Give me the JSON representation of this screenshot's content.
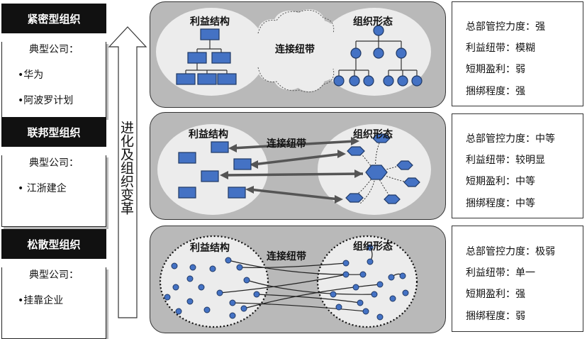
{
  "evolution_label": "进化及组织变革",
  "levels": [
    {
      "name": "紧密型组织",
      "example_label": "典型公司：",
      "examples": [
        "•华为",
        "•阿波罗计划"
      ],
      "left_label": "利益结构",
      "right_label": "组织形态",
      "link_label": "连接纽带",
      "props": [
        "总部管控力度：强",
        "利益纽带：模糊",
        "短期盈利：弱",
        "捆绑程度：强"
      ]
    },
    {
      "name": "联邦型组织",
      "example_label": "典型公司：",
      "examples": [
        "•  江浙建企"
      ],
      "left_label": "利益结构",
      "right_label": "组织形态",
      "link_label": "连接纽带",
      "props": [
        "总部管控力度：中等",
        "利益纽带：较明显",
        "短期盈利：中等",
        "捆绑程度：中等"
      ]
    },
    {
      "name": "松散型组织",
      "example_label": "典型公司：",
      "examples": [
        "•挂靠企业"
      ],
      "left_label": "利益结构",
      "right_label": "组织形态",
      "link_label": "连接纽带",
      "props": [
        "总部管控力度：极弱",
        "利益纽带：单一",
        "短期盈利：强",
        "捆绑程度：弱"
      ]
    }
  ],
  "colors": {
    "node_fill": "#4472c4",
    "node_stroke": "#1f3864",
    "panel_bg": "#b9b9b9",
    "ellipse_bg": "#ececec"
  }
}
